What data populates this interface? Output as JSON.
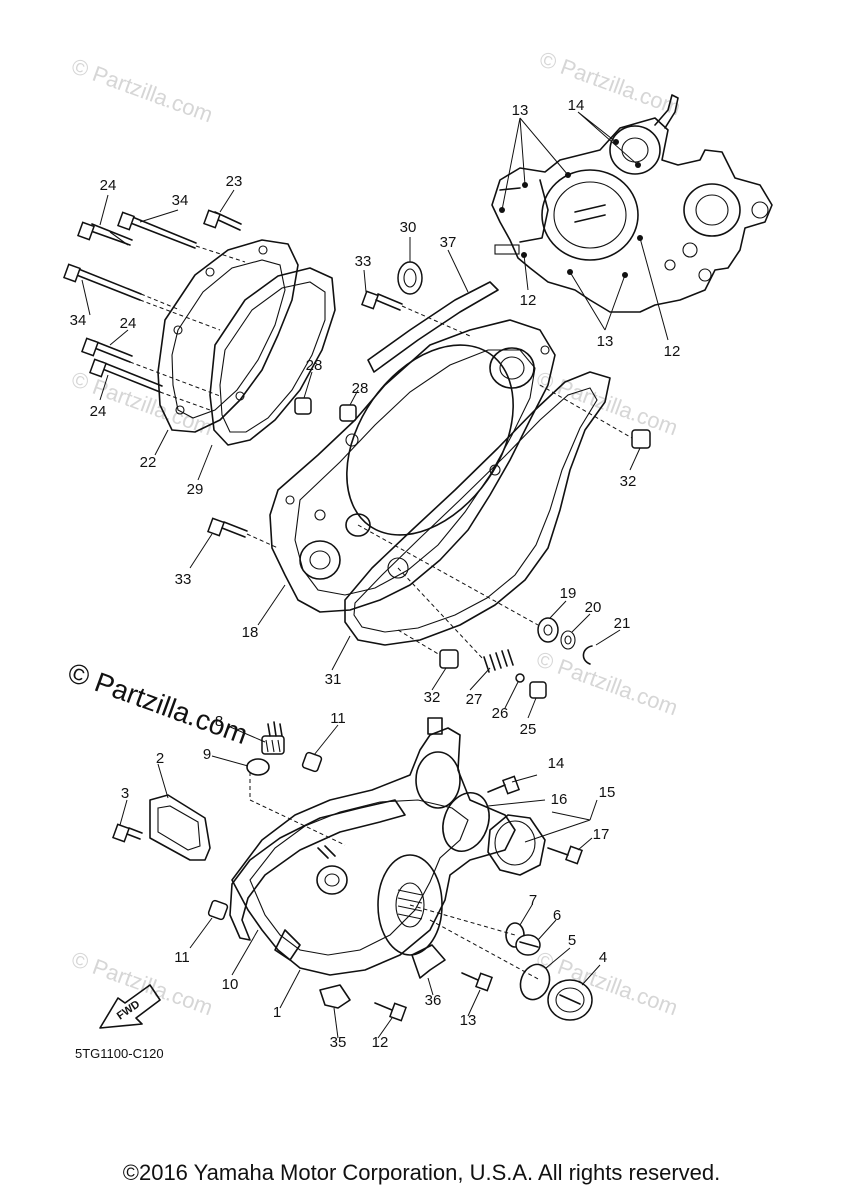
{
  "watermark": {
    "text": "© Partzilla.com",
    "main_text": "© Partzilla.com"
  },
  "diagram_code": "5TG1100-C120",
  "fwd_label": "FWD",
  "callouts": {
    "c1": "1",
    "c2": "2",
    "c3": "3",
    "c4": "4",
    "c5": "5",
    "c6": "6",
    "c7": "7",
    "c8": "8",
    "c9": "9",
    "c10": "10",
    "c11a": "11",
    "c11b": "11",
    "c12a": "12",
    "c12b": "12",
    "c12c": "12",
    "c13a": "13",
    "c13b": "13",
    "c13c": "13",
    "c14a": "14",
    "c14b": "14",
    "c15": "15",
    "c16": "16",
    "c17": "17",
    "c18": "18",
    "c19": "19",
    "c20": "20",
    "c21": "21",
    "c22": "22",
    "c23": "23",
    "c24a": "24",
    "c24b": "24",
    "c24c": "24",
    "c25": "25",
    "c26": "26",
    "c27": "27",
    "c28a": "28",
    "c28b": "28",
    "c29": "29",
    "c30": "30",
    "c31": "31",
    "c32a": "32",
    "c32b": "32",
    "c33a": "33",
    "c33b": "33",
    "c34a": "34",
    "c34b": "34",
    "c35": "35",
    "c36": "36",
    "c37": "37"
  },
  "copyright": "©2016 Yamaha Motor Corporation, U.S.A. All rights reserved."
}
